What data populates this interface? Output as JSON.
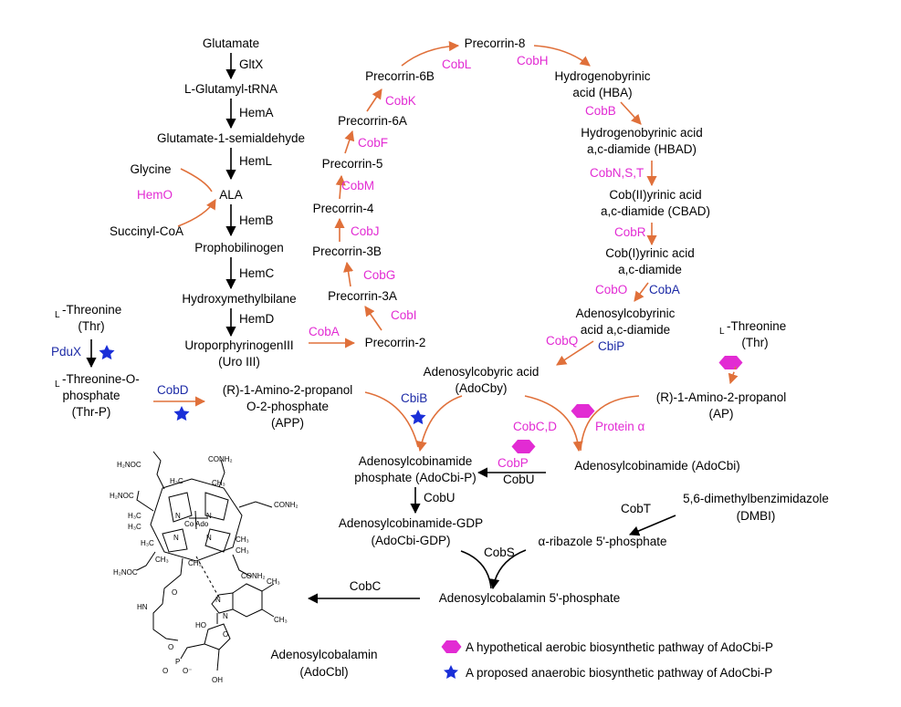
{
  "colors": {
    "black": "#000000",
    "orange": "#e0703a",
    "magenta": "#e22bd3",
    "navy": "#1c2aa6",
    "star": "#1a2fd8"
  },
  "compounds": {
    "glutamate": "Glutamate",
    "glutamyl_trna": "L-Glutamyl-tRNA",
    "gsa": "Glutamate-1-semialdehyde",
    "glycine": "Glycine",
    "ala": "ALA",
    "succinyl_coa": "Succinyl-CoA",
    "pbg": "Prophobilinogen",
    "hmb": "Hydroxymethylbilane",
    "uro3_a": "UroporphyrinogenIII",
    "uro3_b": "(Uro III)",
    "precorrin2": "Precorrin-2",
    "precorrin3a": "Precorrin-3A",
    "precorrin3b": "Precorrin-3B",
    "precorrin4": "Precorrin-4",
    "precorrin5": "Precorrin-5",
    "precorrin6a": "Precorrin-6A",
    "precorrin6b": "Precorrin-6B",
    "precorrin8": "Precorrin-8",
    "hba_a": "Hydrogenobyrinic",
    "hba_b": "acid (HBA)",
    "hbad_a": "Hydrogenobyrinic acid",
    "hbad_b": "a,c-diamide (HBAD)",
    "cbad_a": "Cob(II)yrinic acid",
    "cbad_b": "a,c-diamide (CBAD)",
    "cob1_a": "Cob(I)yrinic acid",
    "cob1_b": "a,c-diamide",
    "adocob_a": "Adenosylcobyrinic",
    "adocob_b": "acid a,c-diamide",
    "adocby_a": "Adenosylcobyric acid",
    "adocby_b": "(AdoCby)",
    "thr_left_a": "Threonine",
    "thr_left_b": "(Thr)",
    "thrp_a": "Threonine-O-",
    "thrp_b": "phosphate",
    "thrp_c": "(Thr-P)",
    "app_a": "(R)-1-Amino-2-propanol",
    "app_b": "O-2-phosphate",
    "app_c": "(APP)",
    "thr_right_a": "Threonine",
    "thr_right_b": "(Thr)",
    "ap_a": "(R)-1-Amino-2-propanol",
    "ap_b": "(AP)",
    "adocbip_a": "Adenosylcobinamide",
    "adocbip_b": "phosphate (AdoCbi-P)",
    "adocbi": "Adenosylcobinamide (AdoCbi)",
    "gdp_a": "Adenosylcobinamide-GDP",
    "gdp_b": "(AdoCbi-GDP)",
    "dmbi_a": "5,6-dimethylbenzimidazole",
    "dmbi_b": "(DMBI)",
    "ribazole": "α-ribazole 5'-phosphate",
    "adocbl_p": "Adenosylcobalamin 5'-phosphate",
    "adocbl_a": "Adenosylcobalamin",
    "adocbl_b": "(AdoCbl)",
    "l_prefix": "L"
  },
  "enzymes": {
    "gltx": "GltX",
    "hema": "HemA",
    "heml": "HemL",
    "hemo": "HemO",
    "hemb": "HemB",
    "hemc": "HemC",
    "hemd": "HemD",
    "coba": "CobA",
    "cobi": "CobI",
    "cobg": "CobG",
    "cobj": "CobJ",
    "cobm": "CobM",
    "cobf": "CobF",
    "cobk": "CobK",
    "cobl": "CobL",
    "cobh": "CobH",
    "cobb": "CobB",
    "cobnst": "CobN,S,T",
    "cobr": "CobR",
    "cobo": "CobO",
    "coba2": "CobA",
    "cobq": "CobQ",
    "cbip": "CbiP",
    "pdux": "PduX",
    "cobd": "CobD",
    "cbib": "CbiB",
    "cobcd": "CobC,D",
    "protein_a": "Protein α",
    "cobp": "CobP",
    "cobu": "CobU",
    "cobu2": "CobU",
    "cobt": "CobT",
    "cobs": "CobS",
    "cobc": "CobC"
  },
  "legend": {
    "aerobic": "A hypothetical aerobic biosynthetic pathway of AdoCbi-P",
    "anaerobic": "A proposed anaerobic biosynthetic pathway of AdoCbi-P"
  },
  "structure": {
    "labels": [
      "H₂NOC",
      "CONH₂",
      "H₃C",
      "CH₃",
      "CONH₂",
      "H₂NOC",
      "H₃C",
      "H₃C",
      "Co",
      "Ado",
      "N",
      "N",
      "N",
      "N",
      "CH₃",
      "CH₃",
      "H₃C",
      "CH₃",
      "H₂NOC",
      "CH₃",
      "O",
      "CONH₂",
      "HN",
      "N",
      "N",
      "CH₃",
      "CH₃",
      "HO",
      "O",
      "O",
      "P",
      "O⁻",
      "O",
      "OH"
    ]
  }
}
